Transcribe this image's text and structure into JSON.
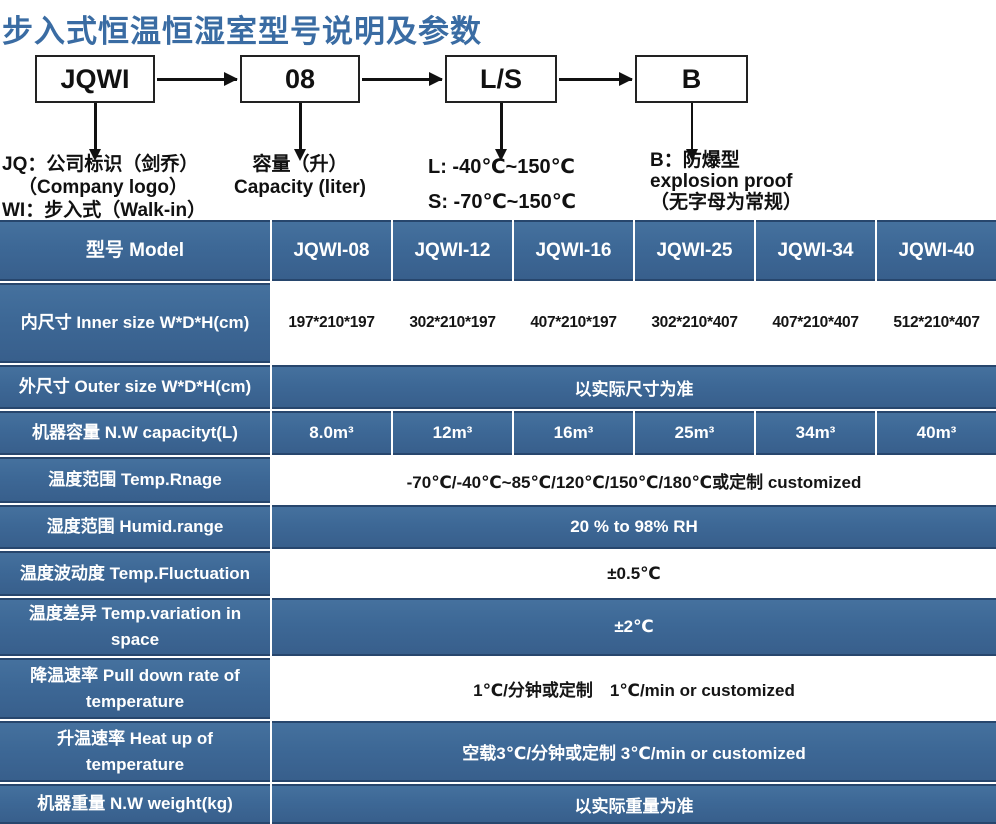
{
  "page_title": "步入式恒温恒湿室型号说明及参数",
  "flow": {
    "boxes": [
      {
        "label": "JQWI",
        "note_lines": [
          "JQ：公司标识（剑乔）",
          "（Company logo）",
          "WI：步入式（Walk-in）"
        ]
      },
      {
        "label": "08",
        "note_lines": [
          "容量（升）",
          "Capacity (liter)"
        ]
      },
      {
        "label": "L/S",
        "note_lines": [
          "L: -40℃~150℃",
          "S: -70℃~150℃"
        ]
      },
      {
        "label": "B",
        "note_lines": [
          "B：防爆型",
          "explosion proof",
          "（无字母为常规）"
        ]
      }
    ]
  },
  "table": {
    "header": {
      "label": "型号 Model",
      "models": [
        "JQWI-08",
        "JQWI-12",
        "JQWI-16",
        "JQWI-25",
        "JQWI-34",
        "JQWI-40"
      ]
    },
    "rows": [
      {
        "label": "内尺寸 Inner size W*D*H(cm)",
        "type": "cells-white",
        "values": [
          "197*210*197",
          "302*210*197",
          "407*210*197",
          "302*210*407",
          "407*210*407",
          "512*210*407"
        ]
      },
      {
        "label": "外尺寸 Outer size W*D*H(cm)",
        "type": "span-blue",
        "value": "以实际尺寸为准"
      },
      {
        "label": "机器容量 N.W capacityt(L)",
        "type": "cells-blue",
        "values": [
          "8.0m³",
          "12m³",
          "16m³",
          "25m³",
          "34m³",
          "40m³"
        ]
      },
      {
        "label": "温度范围 Temp.Rnage",
        "type": "span-white",
        "value": "-70℃/-40℃~85℃/120℃/150℃/180℃或定制 customized"
      },
      {
        "label": "湿度范围 Humid.range",
        "type": "span-blue",
        "value": "20 % to 98% RH"
      },
      {
        "label": "温度波动度 Temp.Fluctuation",
        "type": "span-white",
        "value": "±0.5℃"
      },
      {
        "label": "温度差异 Temp.variation in space",
        "type": "span-blue",
        "value": "±2℃"
      },
      {
        "label": "降温速率 Pull down rate of temperature",
        "type": "span-white",
        "value": "1℃/分钟或定制　1℃/min or customized"
      },
      {
        "label": "升温速率 Heat up of temperature",
        "type": "span-blue",
        "value": "空载3℃/分钟或定制 3℃/min or customized"
      },
      {
        "label": "机器重量 N.W weight(kg)",
        "type": "span-blue",
        "value": "以实际重量为准"
      }
    ]
  },
  "colors": {
    "title_blue": "#3a6ca3",
    "cell_blue": "#3d6896",
    "cell_blue_edge": "#27466d",
    "text_on_blue": "#ffffff",
    "text_on_white": "#151515",
    "diagram_ink": "#111111"
  }
}
